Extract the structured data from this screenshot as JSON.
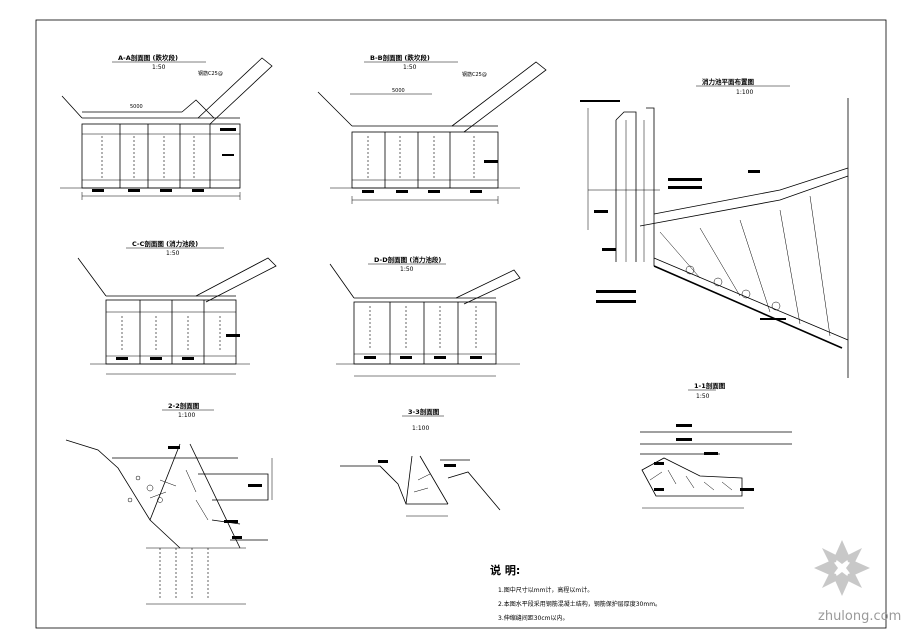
{
  "sections": {
    "aa": {
      "title": "A-A剖面图 (跌坎段)",
      "scale": "1:50",
      "rebar": "钢筋C25@",
      "dim_top": "5000"
    },
    "bb": {
      "title": "B-B剖面图 (跌坎段)",
      "scale": "1:50",
      "rebar": "钢筋C25@",
      "dim_top": "5000"
    },
    "cc": {
      "title": "C-C剖面图 (消力池段)",
      "scale": "1:50"
    },
    "dd": {
      "title": "D-D剖面图 (消力池段)",
      "scale": "1:50"
    },
    "s2": {
      "title": "2-2剖面图",
      "scale": "1:100"
    },
    "s3": {
      "title": "3-3剖面图",
      "scale": "1:100"
    },
    "plan": {
      "title": "消力池平面布置图",
      "scale": "1:100"
    },
    "s11": {
      "title": "1-1剖面图",
      "scale": "1:50"
    }
  },
  "notes": {
    "heading": "说  明:",
    "items": [
      "1.图中尺寸以mm计，高程以m计。",
      "2.本图水平段采用钢筋混凝土结构，钢筋保护层厚度30mm。",
      "3.伸缩缝间距30cm以内。"
    ]
  },
  "watermark": {
    "text": "zhulong.com"
  },
  "colors": {
    "line": "#000000",
    "paper": "#ffffff",
    "watermark": "#9a9a9a"
  }
}
